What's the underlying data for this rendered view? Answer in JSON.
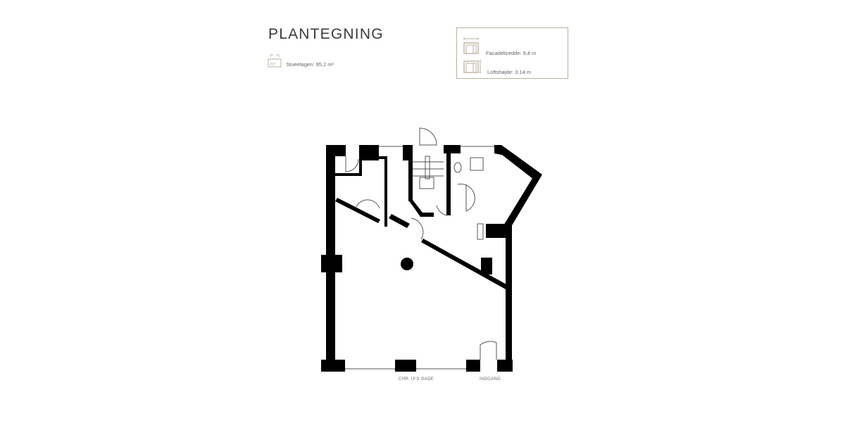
{
  "header": {
    "title": "PLANTEGNING",
    "area": {
      "icon": "floor-area-m2-icon",
      "label": "Stueetagen: 95,2 m²"
    }
  },
  "specs": {
    "items": [
      {
        "icon": "facade-width-icon",
        "label": "Facadebredde: 9,4 m"
      },
      {
        "icon": "ceiling-height-icon",
        "label": "Loftshøjde: 3,14 m"
      }
    ]
  },
  "plan": {
    "labels": {
      "street": "CHR. IX'S GADE",
      "entrance": "INDGANG"
    }
  },
  "colors": {
    "accent": "#b9b09c",
    "wall": "#000000",
    "text": "#3a3a3a"
  }
}
